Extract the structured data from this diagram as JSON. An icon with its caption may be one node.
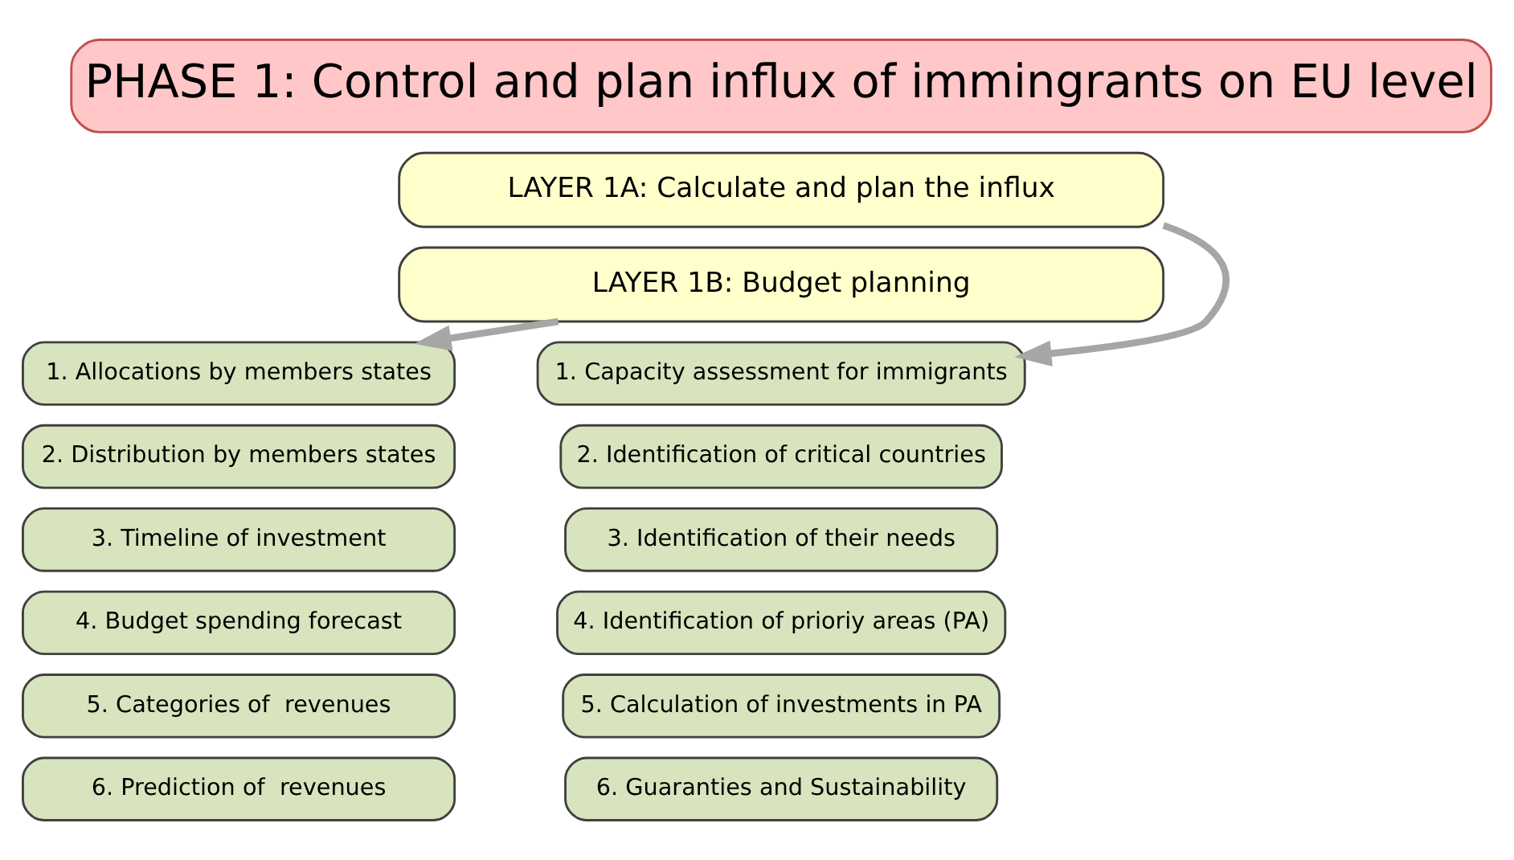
{
  "diagram": {
    "nodes": [
      {
        "text": [
          "PHASE 1: Control and plan influx of immingrants on EU level"
        ]
      },
      {
        "text": [
          "LAYER 1A: Calculate and plan the influx"
        ]
      },
      {
        "text": [
          "LAYER 1B: Budget planning"
        ]
      },
      {
        "text": [
          "1. Allocations by members states"
        ]
      },
      {
        "text": [
          "2. Distribution by members states"
        ]
      },
      {
        "text": [
          "3. Timeline of investment"
        ]
      },
      {
        "text": [
          "4. Budget spending forecast"
        ]
      },
      {
        "text": [
          "5. Categories of  revenues"
        ]
      },
      {
        "text": [
          "6. Prediction of  revenues"
        ]
      },
      {
        "text": [
          "1. Capacity assessment for immigrants"
        ]
      },
      {
        "text": [
          "2. Identification of critical countries"
        ]
      },
      {
        "text": [
          "3. Identification of their needs"
        ]
      },
      {
        "text": [
          "4. Identification of prioriy areas (PA)"
        ]
      },
      {
        "text": [
          "5. Calculation of investments in PA"
        ]
      },
      {
        "text": [
          "6. Guaranties and Sustainability"
        ]
      }
    ],
    "edges": [
      {
        "from": 1,
        "to": 9,
        "arrow": "to"
      },
      {
        "from": 2,
        "to": 3,
        "arrow": "to"
      }
    ]
  }
}
